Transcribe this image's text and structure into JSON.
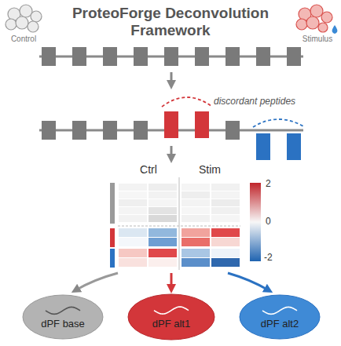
{
  "diagram": {
    "title": "ProteoForge Deconvolution Framework",
    "nodes": [
      {
        "text": [
          "dPF base"
        ]
      },
      {
        "text": [
          "dPF alt1"
        ]
      },
      {
        "text": [
          "dPF alt2"
        ]
      }
    ],
    "labels": [
      "Control",
      "Stimulus",
      "discordant peptides",
      "Ctrl",
      "Stim",
      "2",
      "0",
      "-2"
    ]
  }
}
